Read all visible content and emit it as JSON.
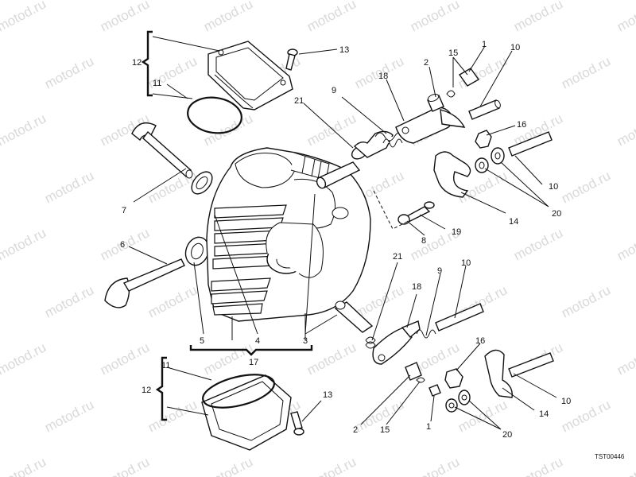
{
  "watermark": "motod.ru",
  "drawing_ref": "TST00446",
  "callouts": {
    "c1a": "1",
    "c2a": "2",
    "c15a": "15",
    "c10a": "10",
    "c13a": "13",
    "c12a": "12",
    "c11a": "11",
    "c18a": "18",
    "c9a": "9",
    "c21a": "21",
    "c16a": "16",
    "c7": "7",
    "c8": "8",
    "c19": "19",
    "c14a": "14",
    "c20a": "20",
    "c10b": "10",
    "c6": "6",
    "c5": "5",
    "c4": "4",
    "c3": "3",
    "c17": "17",
    "c21b": "21",
    "c9b": "9",
    "c10c": "10",
    "c18b": "18",
    "c16b": "16",
    "c11b": "11",
    "c12b": "12",
    "c13b": "13",
    "c10d": "10",
    "c14b": "14",
    "c2b": "2",
    "c15b": "15",
    "c1b": "1",
    "c20b": "20"
  }
}
